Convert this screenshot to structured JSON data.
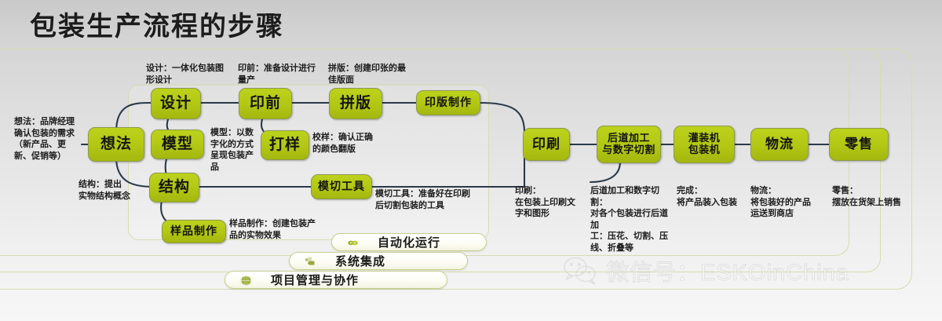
{
  "page": {
    "title": "包装生产流程的步骤",
    "accent_green": "#b2c713",
    "panel_border": "#d8dcae",
    "connector_color": "#2b3a4a",
    "background": "#e0e0e0"
  },
  "nodes": [
    {
      "id": "idea",
      "label": "想法",
      "size": "big"
    },
    {
      "id": "design",
      "label": "设计",
      "size": "big"
    },
    {
      "id": "model",
      "label": "模型",
      "size": "big"
    },
    {
      "id": "structure",
      "label": "结构",
      "size": "big"
    },
    {
      "id": "sample",
      "label": "样品制作",
      "size": "sml"
    },
    {
      "id": "prepress",
      "label": "印前",
      "size": "big"
    },
    {
      "id": "proof",
      "label": "打样",
      "size": "big"
    },
    {
      "id": "imposition",
      "label": "拼版",
      "size": "big"
    },
    {
      "id": "plate",
      "label": "印版制作",
      "size": "sml"
    },
    {
      "id": "diecut",
      "label": "模切工具",
      "size": "sml"
    },
    {
      "id": "printing",
      "label": "印刷",
      "size": "mid"
    },
    {
      "id": "finishing",
      "label": "后道加工\n与数字切割",
      "size": "tiny"
    },
    {
      "id": "filling",
      "label": "灌装机\n包装机",
      "size": "tiny"
    },
    {
      "id": "logistics",
      "label": "物流",
      "size": "mid"
    },
    {
      "id": "retail",
      "label": "零售",
      "size": "mid"
    }
  ],
  "annotations": [
    {
      "id": "ann-idea",
      "text": "想法：品牌经理\n确认包装的需求\n（新产品、更\n新、促销等）"
    },
    {
      "id": "ann-design",
      "text": "设计：一体化包装图\n形设计"
    },
    {
      "id": "ann-prepress",
      "text": "印前：准备设计进行\n量产"
    },
    {
      "id": "ann-imposition",
      "text": "拼版：创建印张的最\n佳版面"
    },
    {
      "id": "ann-model",
      "text": "模型：以数\n字化的方式\n呈现包装产\n品"
    },
    {
      "id": "ann-proof",
      "text": "校样：确认正确\n的颜色翻版"
    },
    {
      "id": "ann-structure",
      "text": "结构：提出\n实物结构概念"
    },
    {
      "id": "ann-diecut",
      "text": "模切工具：准备好在印刷\n后切割包装的工具"
    },
    {
      "id": "ann-sample",
      "text": "样品制作：创建包装产\n品的实物效果"
    },
    {
      "id": "ann-printing",
      "text": "印刷：\n在包装上印刷文\n字和图形"
    },
    {
      "id": "ann-finishing",
      "text": "后道加工和数字切割：\n对各个包装进行后道加\n工：压花、切割、压\n线、折叠等"
    },
    {
      "id": "ann-filling",
      "text": "完成：\n将产品装入包装"
    },
    {
      "id": "ann-logistics",
      "text": "物流：\n将包装好的产品\n运送到商店"
    },
    {
      "id": "ann-retail",
      "text": "零售：\n摆放在货架上销售"
    }
  ],
  "bars": [
    {
      "id": "bar-automation",
      "label": "自动化运行",
      "icon": "gear-green-icon"
    },
    {
      "id": "bar-integration",
      "label": "系统集成",
      "icon": "puzzle-icon"
    },
    {
      "id": "bar-project",
      "label": "项目管理与协作",
      "icon": "globe-icon"
    }
  ],
  "watermark": {
    "icon": "wechat-icon",
    "text": "微信号：ESKOinChina"
  }
}
